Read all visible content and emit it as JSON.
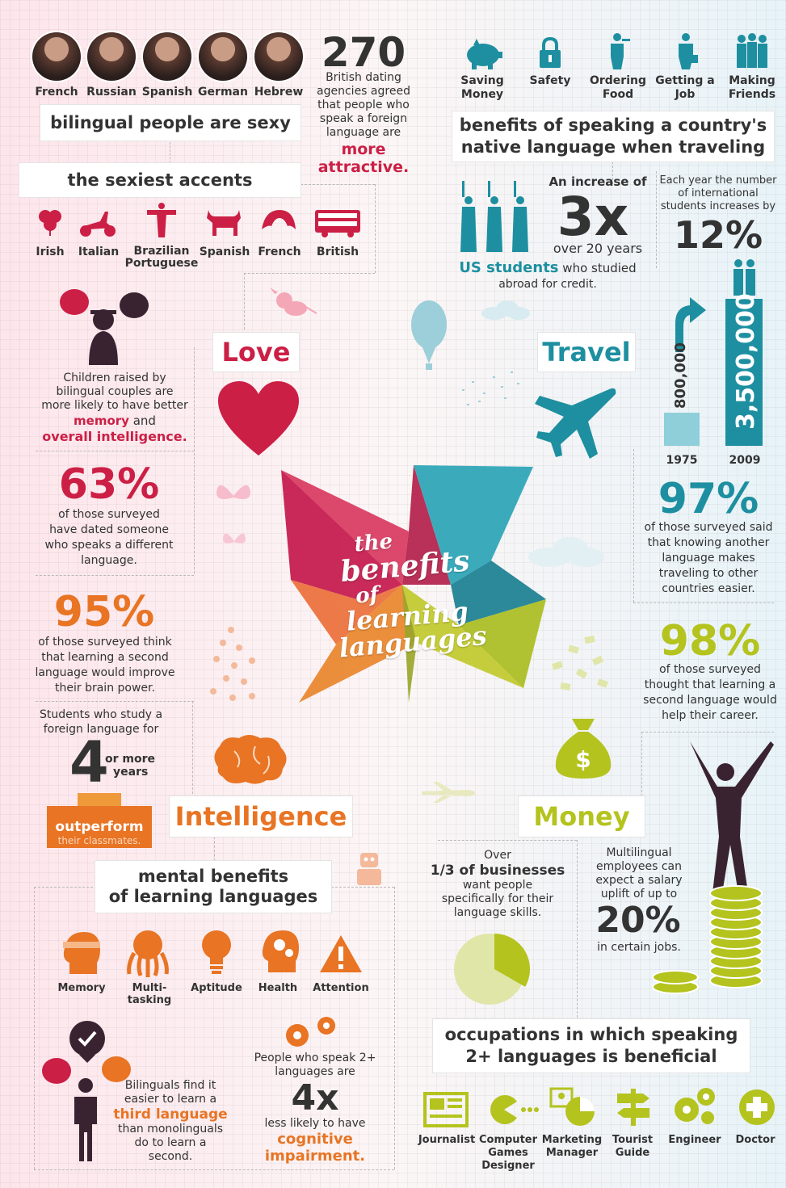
{
  "colors": {
    "love": "#cc1f45",
    "travel": "#1d8fa0",
    "intelligence": "#e87424",
    "money": "#b4c31e"
  },
  "love": {
    "people": [
      "French",
      "Russian",
      "Spanish",
      "German",
      "Hebrew"
    ],
    "sexy_title": "bilingual people are sexy",
    "dating_number": "270",
    "dating_lines": [
      "British dating",
      "agencies agreed",
      "that people who",
      "speak a foreign",
      "language are"
    ],
    "dating_highlight": [
      "more",
      "attractive."
    ],
    "accents_title": "the sexiest accents",
    "accents": [
      "Irish",
      "Italian",
      "Brazilian Portuguese",
      "Spanish",
      "French",
      "British"
    ],
    "section_label": "Love",
    "children_lines": [
      "Children raised by",
      "bilingual couples are",
      "more likely to have better"
    ],
    "children_memory": "memory",
    "children_and": " and",
    "children_intel": "overall intelligence.",
    "stat63": "63%",
    "stat63_lines": [
      "of those surveyed",
      "have dated someone",
      "who speaks a different",
      "language."
    ]
  },
  "travel": {
    "icons": [
      "Saving Money",
      "Safety",
      "Ordering Food",
      "Getting a Job",
      "Making Friends"
    ],
    "title_lines": [
      "benefits of speaking a country's",
      "native language when traveling"
    ],
    "increase_label": "An increase of",
    "increase_value": "3x",
    "increase_sub": "over 20 years",
    "us_students": "US students",
    "us_students_rest": " who studied",
    "us_students_line2": "abroad for credit.",
    "intl_lines": [
      "Each year the number",
      "of international",
      "students increases by"
    ],
    "intl_value": "12%",
    "bar_1975_value": "800,000",
    "bar_2009_value": "3,500,000",
    "year_1975": "1975",
    "year_2009": "2009",
    "section_label": "Travel",
    "stat97": "97%",
    "stat97_lines": [
      "of those surveyed said",
      "that knowing another",
      "language makes",
      "traveling to other",
      "countries easier."
    ]
  },
  "center": {
    "line1": "the",
    "line2": "benefits",
    "line3": "of",
    "line4": "learning",
    "line5": "languages"
  },
  "intelligence": {
    "stat95": "95%",
    "stat95_lines": [
      "of those surveyed think",
      "that learning a second",
      "language would improve",
      "their brain power."
    ],
    "study_lines": [
      "Students who study a",
      "foreign language for"
    ],
    "study_number": "4",
    "study_more": [
      "or more",
      "years"
    ],
    "outperform": "outperform",
    "outperform_sub": "their classmates.",
    "section_label": "Intelligence",
    "mental_title_lines": [
      "mental benefits",
      "of learning languages"
    ],
    "mental_icons": [
      "Memory",
      "Multi-tasking",
      "Aptitude",
      "Health",
      "Attention"
    ],
    "bilinguals_lines": [
      "Bilinguals find it",
      "easier to learn a"
    ],
    "bilinguals_highlight": "third language",
    "bilinguals_rest": [
      "than monolinguals",
      "do to learn a",
      "second."
    ],
    "people2_lines": [
      "People who speak 2+",
      "languages are"
    ],
    "people2_value": "4x",
    "people2_sub": "less likely to have",
    "people2_highlight": [
      "cognitive",
      "impairment."
    ]
  },
  "money": {
    "stat98": "98%",
    "stat98_lines": [
      "of those surveyed",
      "thought that learning a",
      "second language would",
      "help their career."
    ],
    "section_label": "Money",
    "biz_over": "Over",
    "biz_value": "1/3 of businesses",
    "biz_lines": [
      "want people",
      "specifically for their",
      "language skills."
    ],
    "biz_share": 0.333,
    "multi_lines": [
      "Multilingual",
      "employees can",
      "expect a salary",
      "uplift of up to"
    ],
    "multi_value": "20%",
    "multi_sub": "in certain jobs.",
    "occupations_title_lines": [
      "occupations in which speaking",
      "2+ languages is beneficial"
    ],
    "occupations": [
      "Journalist",
      "Computer Games Designer",
      "Marketing Manager",
      "Tourist Guide",
      "Engineer",
      "Doctor"
    ]
  }
}
